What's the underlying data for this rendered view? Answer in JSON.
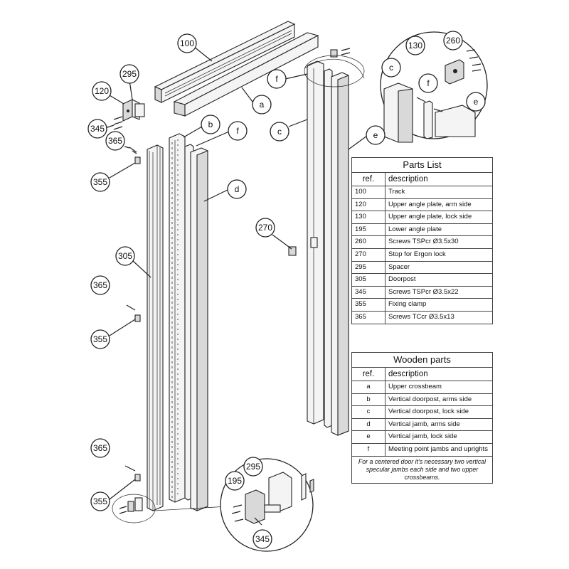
{
  "callouts": {
    "c100": "100",
    "c295a": "295",
    "c120": "120",
    "c345a": "345",
    "c365a": "365",
    "c355a": "355",
    "cb": "b",
    "cf1": "f",
    "cd": "d",
    "ca": "a",
    "cc": "c",
    "cf2": "f",
    "ce": "e",
    "c130": "130",
    "c260": "260",
    "cc2": "c",
    "cf3": "f",
    "ce2": "e",
    "c270": "270",
    "c305": "305",
    "c365b": "365",
    "c355b": "355",
    "c365c": "365",
    "c355c": "355",
    "c295b": "295",
    "c195": "195",
    "c345b": "345"
  },
  "parts_list": {
    "title": "Parts List",
    "col_ref": "ref.",
    "col_desc": "description",
    "rows": [
      {
        "ref": "100",
        "desc": "Track"
      },
      {
        "ref": "120",
        "desc": "Upper angle plate, arm side"
      },
      {
        "ref": "130",
        "desc": "Upper angle plate, lock side"
      },
      {
        "ref": "195",
        "desc": "Lower angle plate"
      },
      {
        "ref": "260",
        "desc": "Screws TSPcr Ø3.5x30"
      },
      {
        "ref": "270",
        "desc": "Stop for Ergon lock"
      },
      {
        "ref": "295",
        "desc": "Spacer"
      },
      {
        "ref": "305",
        "desc": "Doorpost"
      },
      {
        "ref": "345",
        "desc": "Screws TSPcr Ø3.5x22"
      },
      {
        "ref": "355",
        "desc": "Fixing clamp"
      },
      {
        "ref": "365",
        "desc": "Screws TCcr Ø3.5x13"
      }
    ]
  },
  "wooden_parts": {
    "title": "Wooden parts",
    "col_ref": "ref.",
    "col_desc": "description",
    "rows": [
      {
        "ref": "a",
        "desc": "Upper crossbeam"
      },
      {
        "ref": "b",
        "desc": "Vertical doorpost, arms side"
      },
      {
        "ref": "c",
        "desc": "Vertical doorpost, lock side"
      },
      {
        "ref": "d",
        "desc": "Vertical jamb, arms side"
      },
      {
        "ref": "e",
        "desc": "Vertical jamb, lock side"
      },
      {
        "ref": "f",
        "desc": "Meeting point jambs and uprights"
      }
    ],
    "note": "For a centered door it's necessary two vertical specular jambs each side and two upper crossbeams."
  }
}
